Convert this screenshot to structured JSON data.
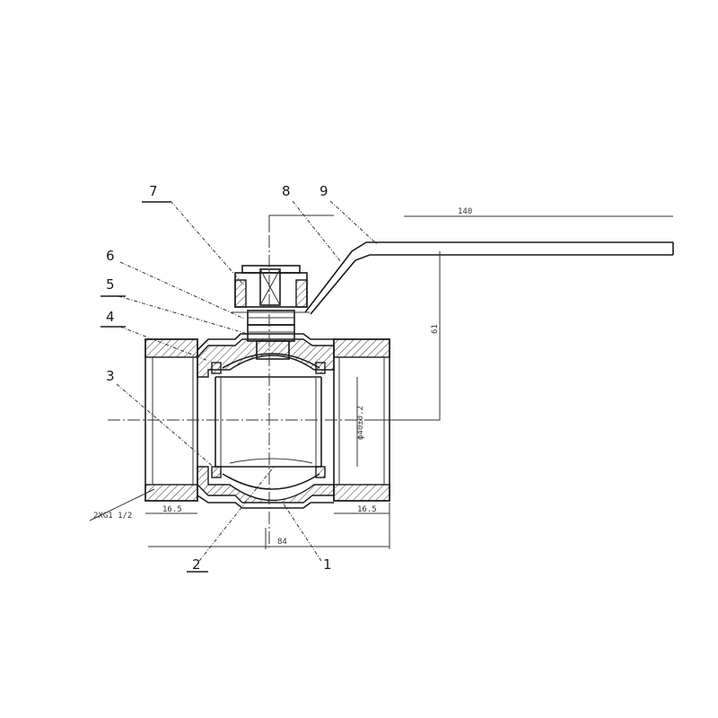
{
  "part_numbers": {
    "p1": "1",
    "p2": "2",
    "p3": "3",
    "p4": "4",
    "p5": "5",
    "p6": "6",
    "p7": "7",
    "p8": "8",
    "p9": "9"
  },
  "dimensions": {
    "handle_length": "140",
    "height": "61",
    "bore": "ϕ40±0.2",
    "thread": "2XG1 1/2",
    "thread_depth_left": "16.5",
    "thread_depth_right": "16.5",
    "body_length": "84"
  }
}
